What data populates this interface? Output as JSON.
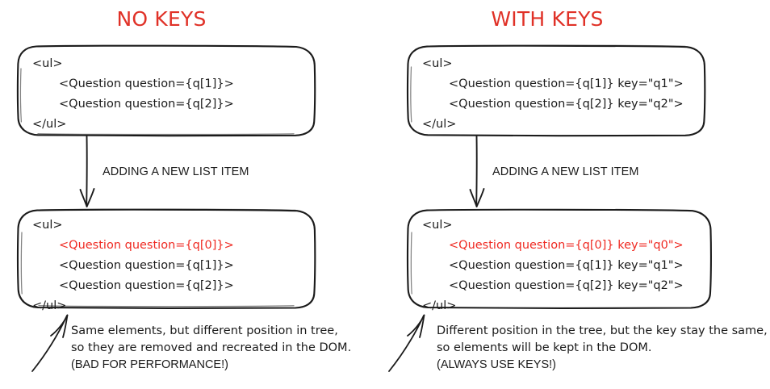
{
  "diagram": {
    "title_left": "NO KEYS",
    "title_right": "WITH KEYS",
    "accent_color": "#e03127",
    "code_red_color": "#ef2a22",
    "ink_color": "#1b1b1b",
    "background": "#ffffff"
  },
  "left_column": {
    "before_box": {
      "lines": [
        {
          "text": "<ul>",
          "indent": false,
          "red": false
        },
        {
          "text": "<Question question={q[1]}>",
          "indent": true,
          "red": false
        },
        {
          "text": "<Question question={q[2]}>",
          "indent": true,
          "red": false
        },
        {
          "text": "</ul>",
          "indent": false,
          "red": false
        }
      ]
    },
    "transition_label": "ADDING A NEW LIST ITEM",
    "after_box": {
      "lines": [
        {
          "text": "<ul>",
          "indent": false,
          "red": false
        },
        {
          "text": "<Question question={q[0]}>",
          "indent": true,
          "red": true
        },
        {
          "text": "<Question question={q[1]}>",
          "indent": true,
          "red": false
        },
        {
          "text": "<Question question={q[2]}>",
          "indent": true,
          "red": false
        },
        {
          "text": "</ul>",
          "indent": false,
          "red": false
        }
      ]
    },
    "caption": {
      "line1": "Same elements, but different position in tree,",
      "line2": "so they are removed and recreated in the DOM.",
      "line3": "(BAD FOR PERFORMANCE!)"
    }
  },
  "right_column": {
    "before_box": {
      "lines": [
        {
          "text": "<ul>",
          "indent": false,
          "red": false
        },
        {
          "text": "<Question question={q[1]} key=\"q1\">",
          "indent": true,
          "red": false
        },
        {
          "text": "<Question question={q[2]} key=\"q2\">",
          "indent": true,
          "red": false
        },
        {
          "text": "</ul>",
          "indent": false,
          "red": false
        }
      ]
    },
    "transition_label": "ADDING A NEW LIST ITEM",
    "after_box": {
      "lines": [
        {
          "text": "<ul>",
          "indent": false,
          "red": false
        },
        {
          "text": "<Question question={q[0]} key=\"q0\">",
          "indent": true,
          "red": true
        },
        {
          "text": "<Question question={q[1]} key=\"q1\">",
          "indent": true,
          "red": false
        },
        {
          "text": "<Question question={q[2]} key=\"q2\">",
          "indent": true,
          "red": false
        },
        {
          "text": "</ul>",
          "indent": false,
          "red": false
        }
      ]
    },
    "caption": {
      "line1": "Different position in the tree, but the key stay the same,",
      "line2": " so elements will be kept in the DOM.",
      "line3": "(ALWAYS USE KEYS!)"
    }
  }
}
